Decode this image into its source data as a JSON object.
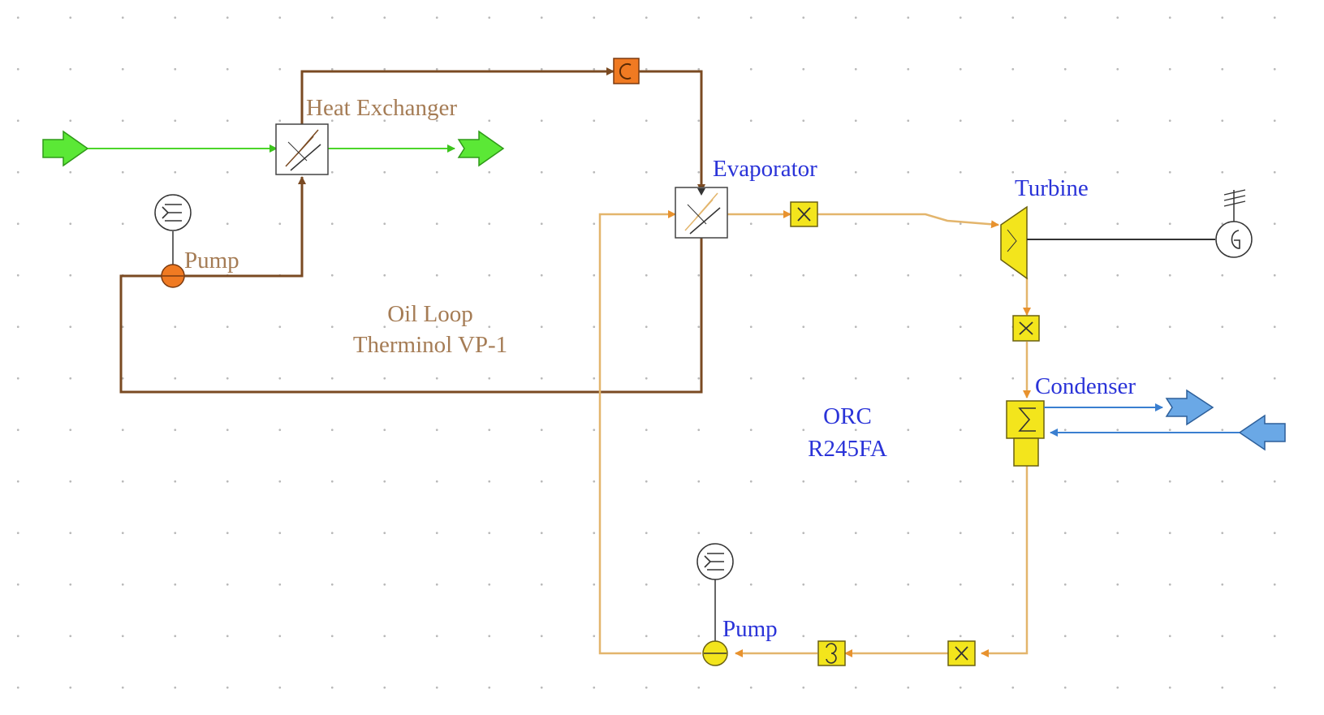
{
  "labels": {
    "heat_exchanger": "Heat Exchanger",
    "oil_pump": "Pump",
    "oil_loop_line1": "Oil Loop",
    "oil_loop_line2": "Therminol VP-1",
    "evaporator": "Evaporator",
    "turbine": "Turbine",
    "condenser": "Condenser",
    "orc_line1": "ORC",
    "orc_line2": "R245FA",
    "orc_pump": "Pump"
  },
  "colors": {
    "oil_line": "#7a4a22",
    "orc_line": "#e3b56c",
    "hot_stream": "#5be836",
    "cooling_stream": "#6aa8e6",
    "oil_label": "#a57c55",
    "orc_label": "#2a33d8",
    "yellow_component": "#f3e51c",
    "orange_component": "#f07a22"
  }
}
